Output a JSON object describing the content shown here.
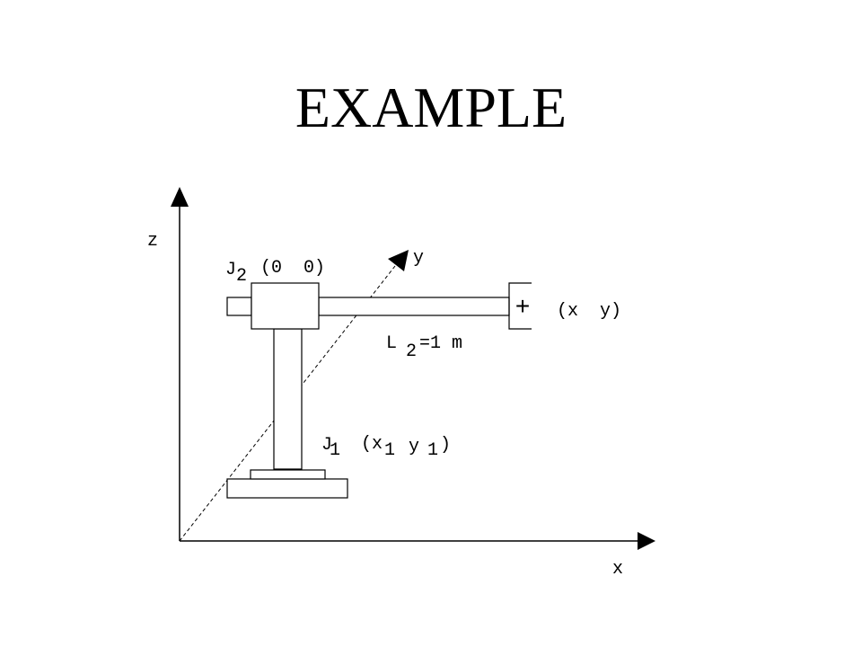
{
  "title": "EXAMPLE",
  "axes": {
    "z_label": "z",
    "y_label": "y",
    "x_label": "x"
  },
  "joint2": {
    "symbol": "J",
    "subscript": "2",
    "coords": "(0  0)"
  },
  "joint1": {
    "symbol": "J",
    "subscript": "1",
    "open": "(x",
    "x_sub": "1",
    "y": "y",
    "y_sub": "1",
    "close": ")"
  },
  "end_effector": {
    "marker": "+",
    "coords": "(x  y)"
  },
  "link2": {
    "symbol": "L",
    "subscript": "2",
    "value": "=1 m"
  }
}
